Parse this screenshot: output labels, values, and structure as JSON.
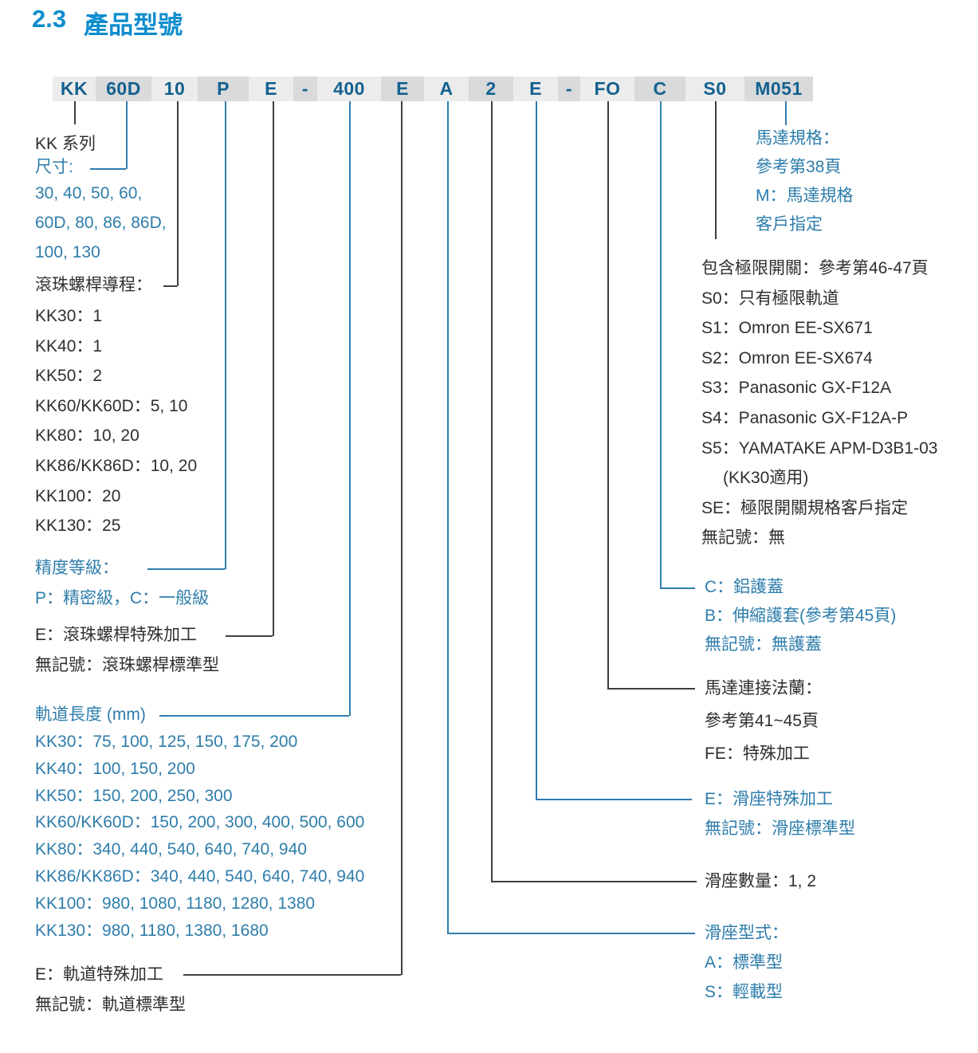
{
  "title": {
    "number": "2.3",
    "text": "產品型號"
  },
  "code": {
    "segments": [
      "KK",
      "60D",
      "10",
      "P",
      "E",
      "-",
      "400",
      "E",
      "A",
      "2",
      "E",
      "-",
      "FO",
      "C",
      "S0",
      "M051"
    ]
  },
  "left": {
    "kk_series": "KK 系列",
    "size": {
      "label": "尺寸:",
      "lines": [
        "30, 40, 50, 60,",
        "60D, 80, 86, 86D,",
        "100, 130"
      ]
    },
    "lead_screw": {
      "label": "滾珠螺桿導程：",
      "items": [
        "KK30：1",
        "KK40：1",
        "KK50：2",
        "KK60/KK60D：5, 10",
        "KK80：10, 20",
        "KK86/KK86D：10, 20",
        "KK100：20",
        "KK130：25"
      ]
    },
    "accuracy": {
      "label": "精度等級：",
      "detail": "P：精密級，C：一般級"
    },
    "ballscrew_special": {
      "line1": "E：滾珠螺桿特殊加工",
      "line2": "無記號：滾珠螺桿標準型"
    },
    "rail_length": {
      "label": "軌道長度 (mm)",
      "items": [
        "KK30：75, 100, 125, 150, 175, 200",
        "KK40：100, 150, 200",
        "KK50：150, 200, 250, 300",
        "KK60/KK60D：150, 200, 300, 400, 500, 600",
        "KK80：340, 440, 540, 640, 740, 940",
        "KK86/KK86D：340, 440, 540, 640, 740, 940",
        "KK100：980, 1080, 1180, 1280, 1380",
        "KK130：980, 1180, 1380, 1680"
      ]
    },
    "rail_special": {
      "line1": "E：軌道特殊加工",
      "line2": "無記號：軌道標準型"
    }
  },
  "right": {
    "motor_spec": {
      "lines": [
        "馬達規格：",
        "參考第38頁",
        "M：馬達規格",
        "客戶指定"
      ]
    },
    "limit_switch": {
      "lines": [
        "包含極限開關：參考第46-47頁",
        "S0：只有極限軌道",
        "S1：Omron EE-SX671",
        "S2：Omron EE-SX674",
        "S3：Panasonic GX-F12A",
        "S4：Panasonic GX-F12A-P",
        "S5：YAMATAKE APM-D3B1-03",
        "(KK30適用)",
        "SE：極限開關規格客戶指定",
        "無記號：無"
      ]
    },
    "cover": {
      "lines": [
        "C：鋁護蓋",
        "B：伸縮護套(參考第45頁)",
        "無記號：無護蓋"
      ]
    },
    "motor_flange": {
      "lines": [
        "馬達連接法蘭：",
        "參考第41~45頁",
        "FE：特殊加工"
      ]
    },
    "block_special": {
      "lines": [
        "E：滑座特殊加工",
        "無記號：滑座標準型"
      ]
    },
    "block_number": "滑座數量：1, 2",
    "block_type": {
      "lines": [
        "滑座型式：",
        "A：標準型",
        "S：輕載型"
      ]
    }
  },
  "colors": {
    "title_blue": "#0f8dcd",
    "steel_blue": "#2e7dab",
    "code_blue": "#14618f",
    "text_dark": "#2f2f2f",
    "bar_light": "#ececec",
    "bar_dark": "#d9dadb"
  }
}
